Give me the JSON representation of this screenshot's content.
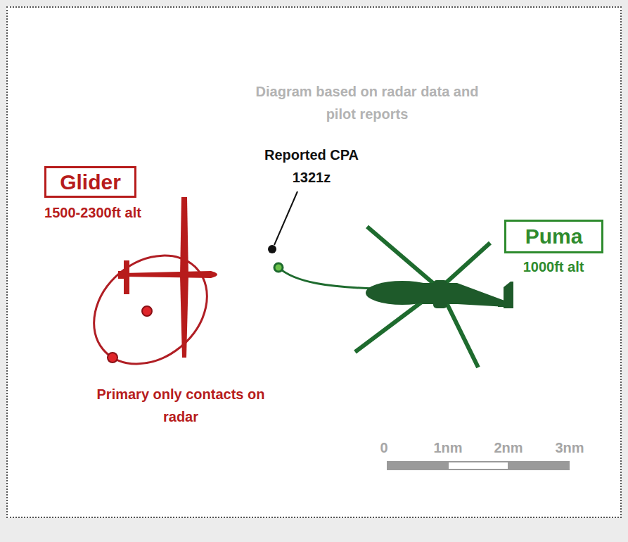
{
  "diagram": {
    "title": "Diagram based on radar data and pilot reports",
    "nodes": [
      {
        "text": [
          "Glider"
        ]
      },
      {
        "text": [
          "Puma"
        ]
      }
    ],
    "labels": [
      "Reported CPA 1321z",
      "1500-2300ft alt",
      "1000ft alt",
      "Primary only contacts on radar",
      "0",
      "1nm",
      "2nm",
      "3nm"
    ]
  }
}
